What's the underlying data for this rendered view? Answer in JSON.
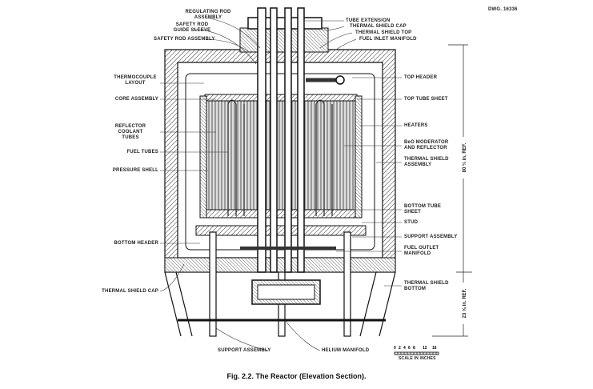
{
  "drawing_number": "DWG. 16336",
  "caption": "Fig. 2.2.  The Reactor (Elevation Section).",
  "labels_top": {
    "regulating_rod": "REGULATING ROD\nASSEMBLY",
    "safety_rod_guide": "SAFETY ROD\nGUIDE SLEEVE",
    "safety_rod_assembly": "SAFETY ROD ASSEMBLY",
    "tube_extension": "TUBE EXTENSION",
    "thermal_shield_cap_top": "THERMAL SHIELD CAP",
    "thermal_shield_top": "THERMAL SHIELD TOP",
    "fuel_inlet_manifold": "FUEL INLET MANIFOLD"
  },
  "labels_left": {
    "thermocouple": "THERMOCOUPLE\nLAYOUT",
    "core_assembly": "CORE ASSEMBLY",
    "reflector_coolant": "REFLECTOR COOLANT\nTUBES",
    "fuel_tubes": "FUEL TUBES",
    "pressure_shell": "PRESSURE SHELL",
    "bottom_header": "BOTTOM HEADER",
    "thermal_shield_cap": "THERMAL SHIELD CAP"
  },
  "labels_right": {
    "top_header": "TOP HEADER",
    "top_tube_sheet": "TOP TUBE SHEET",
    "heaters": "HEATERS",
    "beo": "BeO MODERATOR\nAND REFLECTOR",
    "thermal_shield_assembly": "THERMAL SHIELD\nASSEMBLY",
    "bottom_tube_sheet": "BOTTOM TUBE\nSHEET",
    "stud": "STUD",
    "support_assembly": "SUPPORT ASSEMBLY",
    "fuel_outlet": "FUEL OUTLET\nMANIFOLD",
    "thermal_shield_bottom": "THERMAL SHIELD\nBOTTOM"
  },
  "labels_bottom": {
    "support_assembly": "SUPPORT ASSEMBLY",
    "helium_manifold": "HELIUM MANIFOLD"
  },
  "dimensions": {
    "upper": "80 ½ in. REF.",
    "lower": "23 ⅝ in. REF."
  },
  "scale": {
    "ticks": [
      "0",
      "2",
      "4",
      "6",
      "8",
      "12",
      "16"
    ],
    "label": "SCALE IN INCHES"
  }
}
